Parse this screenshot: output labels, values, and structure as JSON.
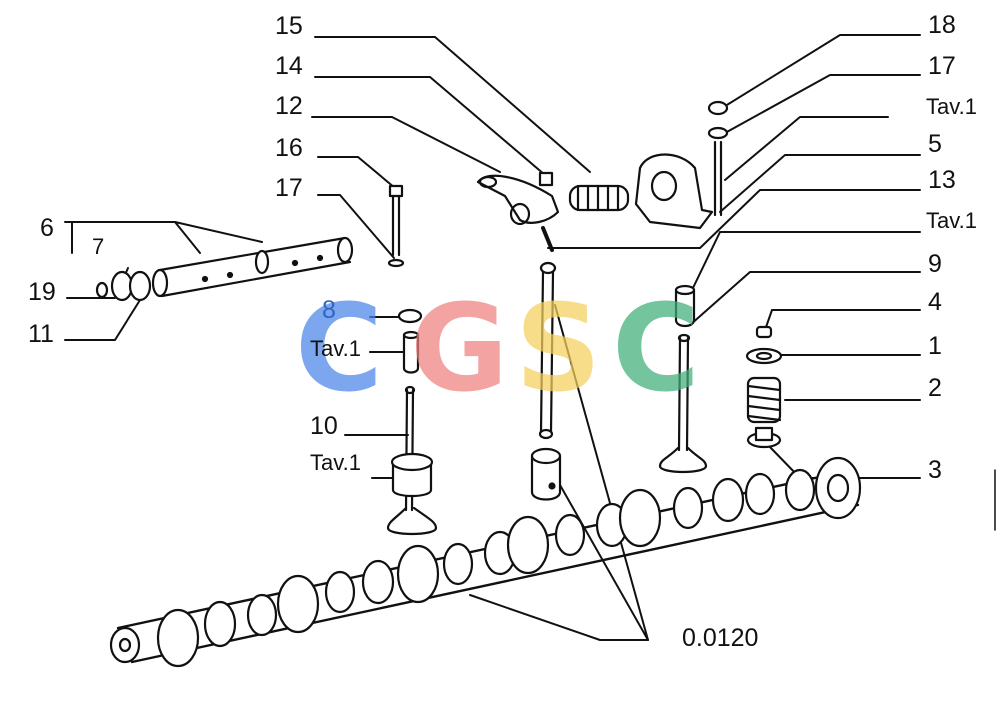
{
  "diagram": {
    "labels": {
      "l15": "15",
      "l14": "14",
      "l12": "12",
      "l16": "16",
      "l17a": "17",
      "l6": "6",
      "l7": "7",
      "l19": "19",
      "l11": "11",
      "l8": "8",
      "ltav1a": "Tav.1",
      "l10": "10",
      "ltav1b": "Tav.1",
      "l18": "18",
      "l17b": "17",
      "ltav1c": "Tav.1",
      "l5": "5",
      "l13": "13",
      "ltav1d": "Tav.1",
      "l9": "9",
      "l4": "4",
      "l1": "1",
      "l2": "2",
      "l3": "3",
      "lcode": "0.0120"
    },
    "watermark": {
      "c1": "C",
      "g": "G",
      "s": "S",
      "c2": "C",
      "colors": {
        "c1": "#4a86e8",
        "g": "#f08080",
        "s": "#f5d15c",
        "c2": "#3fae7a"
      }
    },
    "colors": {
      "ink": "#111111",
      "fill": "#ffffff",
      "accent_label": "#2f64c8"
    }
  }
}
